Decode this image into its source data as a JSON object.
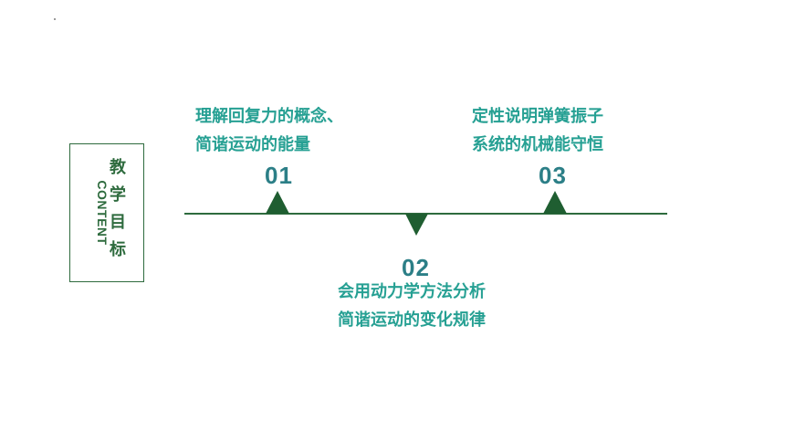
{
  "colors": {
    "dark_green": "#2e6b3e",
    "teal": "#26a093",
    "number": "#2c7f87"
  },
  "title": {
    "vertical_chars": [
      "教",
      "学",
      "目",
      "标"
    ],
    "content_label": "CONTENT"
  },
  "milestones": [
    {
      "number": "01",
      "lines": [
        "理解回复力的概念、",
        "简谐运动的能量"
      ]
    },
    {
      "number": "02",
      "lines": [
        "会用动力学方法分析",
        "简谐运动的变化规律"
      ]
    },
    {
      "number": "03",
      "lines": [
        "定性说明弹簧振子",
        "系统的机械能守恒"
      ]
    }
  ]
}
